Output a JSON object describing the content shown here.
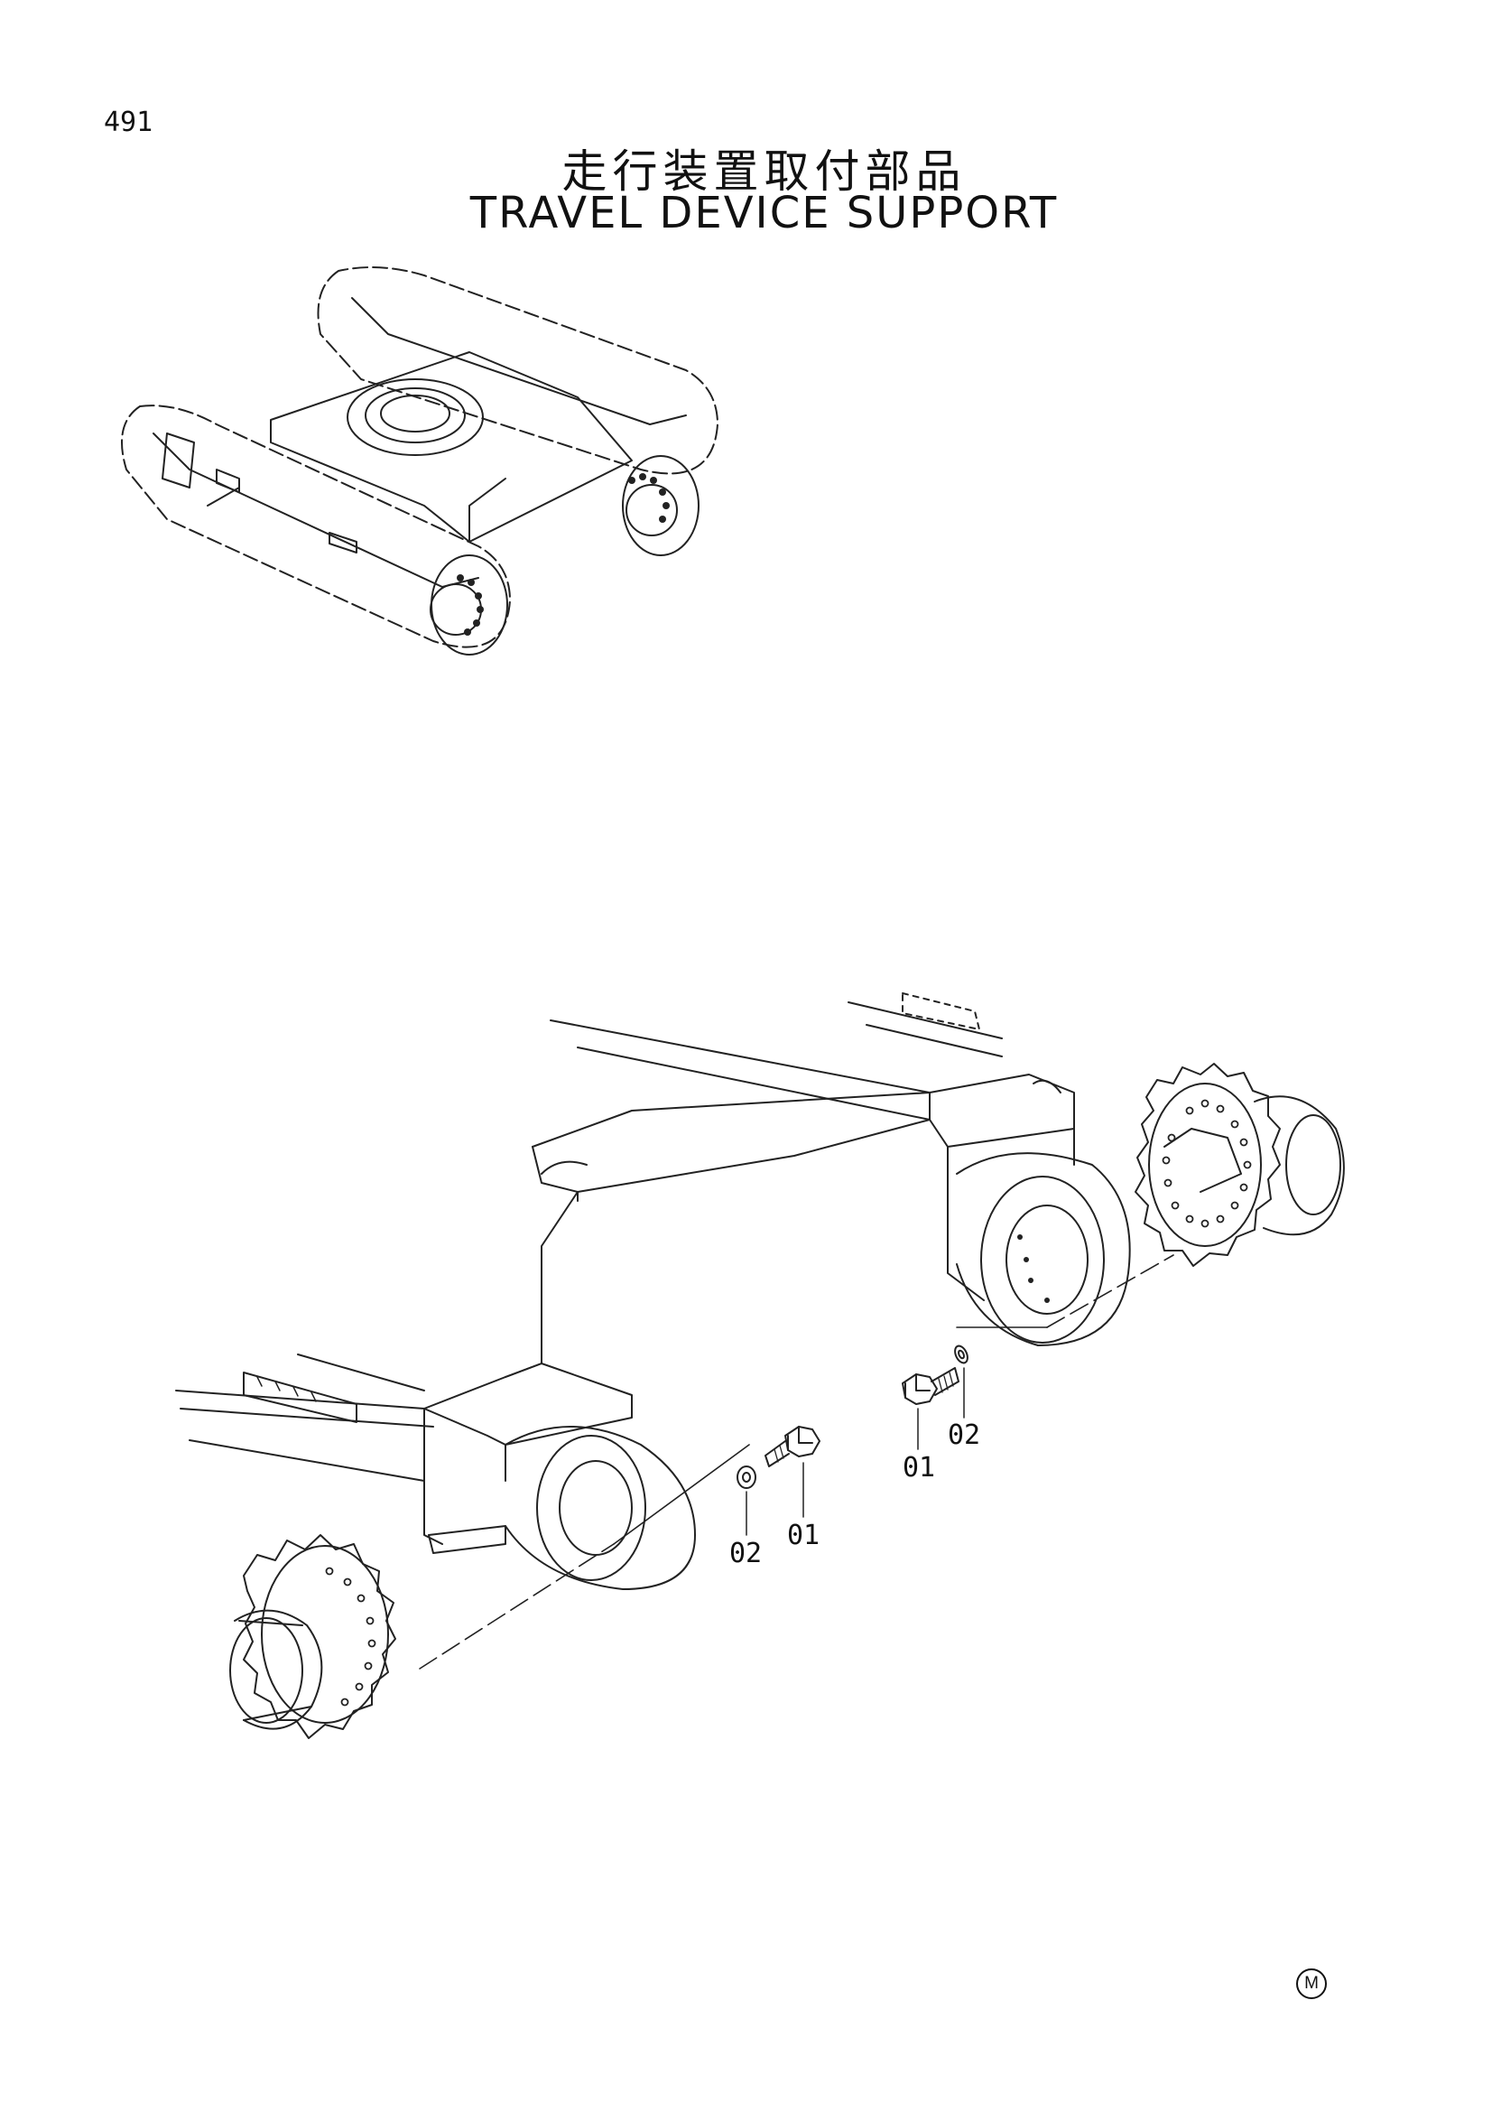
{
  "header": {
    "page_number": "491",
    "title_jp": "走行装置取付部品",
    "title_en": "TRAVEL DEVICE SUPPORT"
  },
  "callouts": {
    "bolt_right": "01",
    "washer_right": "02",
    "washer_left": "02",
    "bolt_left": "01"
  },
  "footer": {
    "mark": "M"
  }
}
